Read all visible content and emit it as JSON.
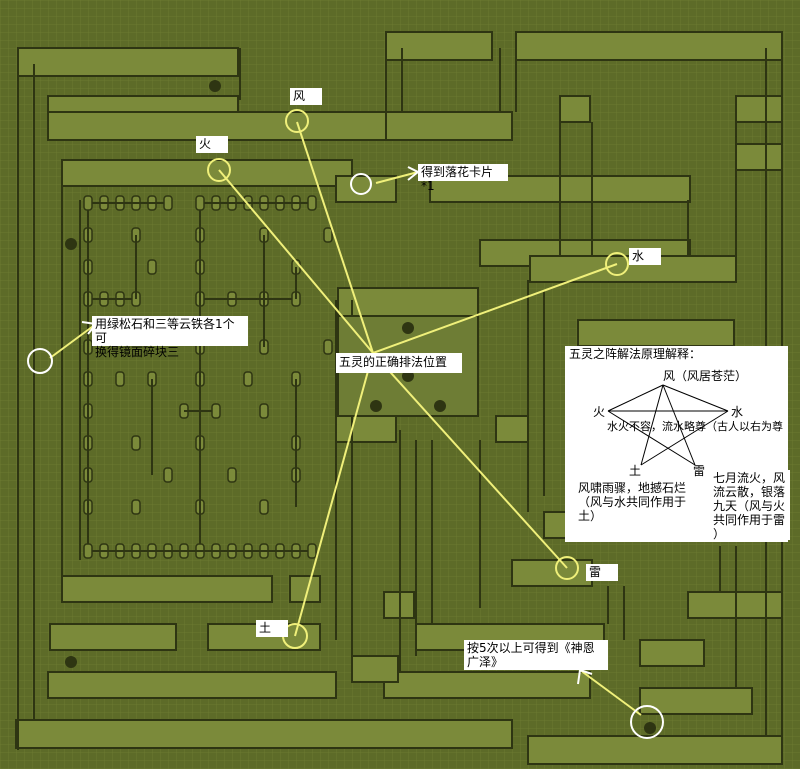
{
  "colors": {
    "ground": "#5d6b28",
    "wall": "#7b8a3a",
    "wall_dark": "#2e3512",
    "accent": "#f0f07a",
    "label_bg": "#ffffff",
    "label_text": "#000000"
  },
  "elements": {
    "wind": "风",
    "fire": "火",
    "water": "水",
    "thunder": "雷",
    "earth": "土"
  },
  "notes": {
    "card_reward": "得到落花卡片*1",
    "trade_hint": "用绿松石和三等云铁各1个可\n换得镜面碎块三",
    "correct_position": "五灵的正确排法位置",
    "win_reward": "按5次以上可得到《神恩\n广泽》"
  },
  "explanation": {
    "title": "五灵之阵解法原理解释：",
    "wind_node": "风（风居苍茫）",
    "fire_node": "火",
    "water_node": "水",
    "earth_node": "土",
    "thunder_node": "雷",
    "mid_text": "水火不容，流水略尊（古人以右为尊",
    "left_text": "风啸雨骤，地撼石烂\n（风与水共同作用于\n土）",
    "right_text": "七月流火，风\n流云散，银落\n九天（风与火\n共同作用于雷\n）"
  }
}
